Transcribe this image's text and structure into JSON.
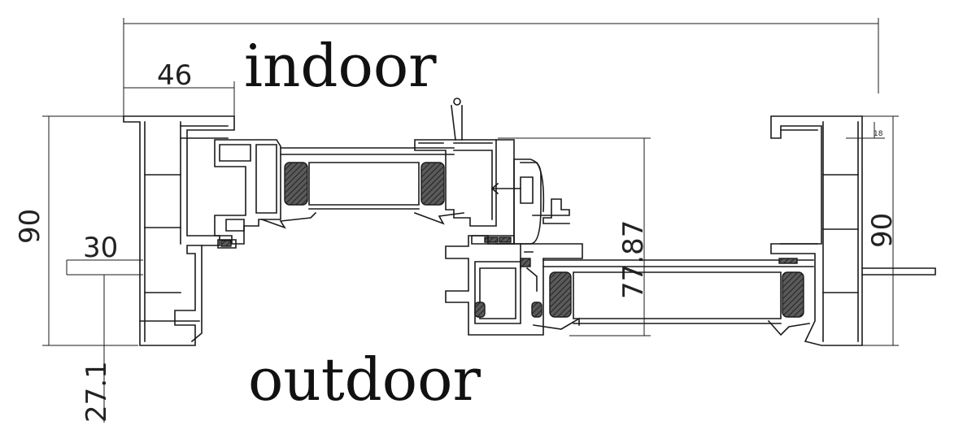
{
  "labels": {
    "indoor": "indoor",
    "outdoor": "outdoor"
  },
  "dimensions": {
    "top_width": "46",
    "left_height": "90",
    "right_height": "90",
    "sill_projection": "30",
    "sill_drop": "27.1",
    "sash_height": "77.87",
    "small_detail": "18"
  },
  "colors": {
    "line": "#1a1a1a",
    "background": "#ffffff"
  }
}
